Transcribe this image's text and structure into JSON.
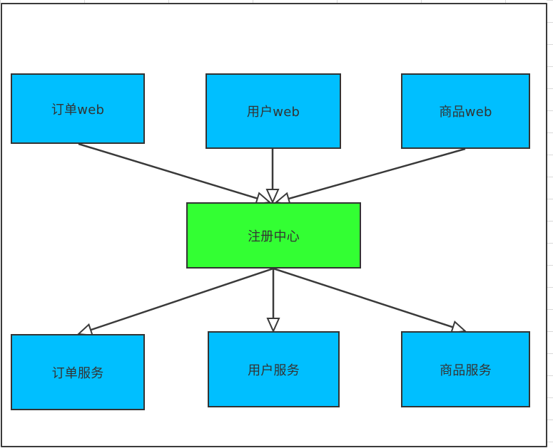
{
  "diagram": {
    "colors": {
      "service_fill": "#00bfff",
      "registry_fill": "#33ff33",
      "stroke": "#333333"
    },
    "nodes": {
      "order_web": {
        "label": "订单web"
      },
      "user_web": {
        "label": "用户web"
      },
      "goods_web": {
        "label": "商品web"
      },
      "registry": {
        "label": "注册中心"
      },
      "order_service": {
        "label": "订单服务"
      },
      "user_service": {
        "label": "用户服务"
      },
      "goods_service": {
        "label": "商品服务"
      }
    },
    "edges": [
      {
        "from": "order_web",
        "to": "registry"
      },
      {
        "from": "user_web",
        "to": "registry"
      },
      {
        "from": "goods_web",
        "to": "registry"
      },
      {
        "from": "registry",
        "to": "order_service"
      },
      {
        "from": "registry",
        "to": "user_service"
      },
      {
        "from": "registry",
        "to": "goods_service"
      }
    ]
  }
}
